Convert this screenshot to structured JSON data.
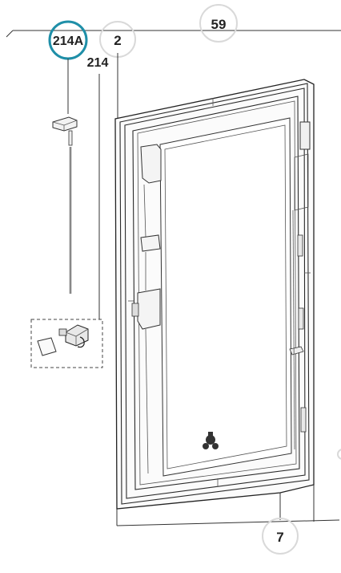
{
  "callouts": {
    "part_59": "59",
    "part_214A": "214A",
    "part_2": "2",
    "part_214": "214",
    "part_7": "7"
  },
  "colors": {
    "highlight_ring": "#1f8fa8",
    "callout_circle": "#d9d9d9",
    "line": "#333333"
  }
}
